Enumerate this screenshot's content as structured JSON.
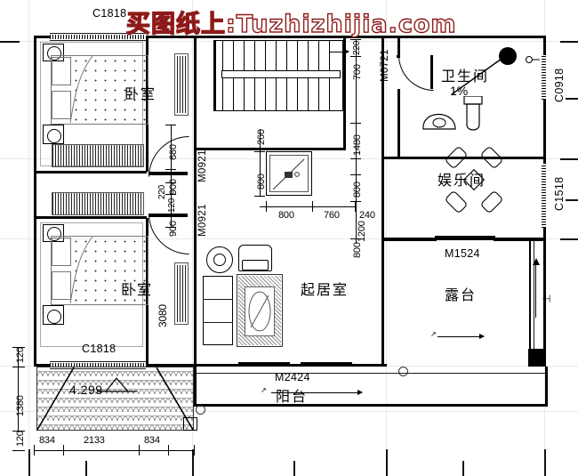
{
  "drawing": {
    "watermark": "买图纸上:Tuzhizhijia.com",
    "elevation_mark": "4.299"
  },
  "rooms": [
    {
      "name": "bedroom-top",
      "label": "卧室"
    },
    {
      "name": "bedroom-bottom",
      "label": "卧室"
    },
    {
      "name": "living-room",
      "label": "起居室"
    },
    {
      "name": "bathroom",
      "label": "卫生间"
    },
    {
      "name": "bathroom-slope",
      "label": "1%"
    },
    {
      "name": "entertainment-room",
      "label": "娱乐间"
    },
    {
      "name": "terrace",
      "label": "露台"
    },
    {
      "name": "balcony",
      "label": "阳台"
    }
  ],
  "openings": {
    "window_top_left": "C1818",
    "window_bottom_left": "C1818",
    "window_right_upper": "C0918",
    "window_right_lower": "C1518",
    "door_bath": "M0721",
    "door_bedroom_top": "M0921",
    "door_bedroom_bottom": "M0921",
    "door_entertainment": "M1524",
    "door_balcony": "M2424"
  },
  "dimensions": {
    "left_top_120": "120",
    "left_1380": "1380",
    "left_bottom_120": "120",
    "bottom_834_a": "834",
    "bottom_2133": "2133",
    "bottom_834_b": "834",
    "bed_680": "680",
    "bed_900_upper": "900",
    "bed_220": "220",
    "bed_120": "120",
    "bed_900_lower": "900",
    "bed_3080": "3080",
    "stair_260": "260",
    "mid_800_v": "800",
    "mid_800_h": "800",
    "mid_760": "760",
    "mid_240": "240",
    "mid_1200": "1200",
    "right_700": "700",
    "right_220": "220",
    "right_1480": "1480",
    "right_800_upper": "800",
    "right_800_lower": "800"
  },
  "colors": {
    "ink": "#000000",
    "watermark": "#8d1a18",
    "grid": "#e9e9e9",
    "hatch": "#555555"
  }
}
